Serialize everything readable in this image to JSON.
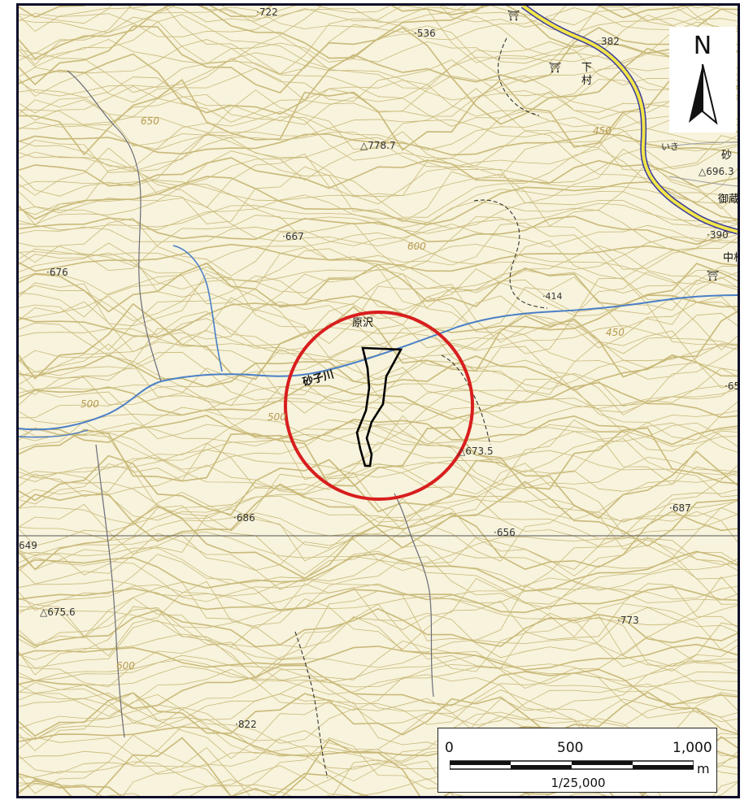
{
  "map": {
    "place_labels": {
      "harasawa": "原沢",
      "shimo": "下",
      "mura": "村",
      "suna": "砂",
      "mikura": "御蔵",
      "naka": "中村",
      "iki": "いき",
      "river_isago": "砂子川"
    },
    "elevations": {
      "e722": "·722",
      "e536": "·536",
      "e382": "382",
      "e7787": "△778.7",
      "e667": "·667",
      "e676": "·676",
      "e6963": "△696.3",
      "e390": "·390",
      "e414": "·414",
      "e6735": "△673.5",
      "e686": "·686",
      "e656": "·656",
      "e687": "·687",
      "e649": "649",
      "e6756": "△675.6",
      "e773": "·773",
      "e822": "·822",
      "e65": "·65"
    },
    "contour_labels": {
      "c650": "650",
      "c450a": "450",
      "c600a": "600",
      "c450b": "450",
      "c500a": "500",
      "c500b": "500",
      "c600b": "600"
    },
    "shrine_symbol": "⛩",
    "colors": {
      "background": "#f7f3dc",
      "contour": "#c9b979",
      "river": "#4a7fc6",
      "road_yellow": "#f2e64a",
      "road_casing": "#3a3a9a",
      "circle": "#d81e1e",
      "site_outline": "#000000",
      "frame": "#0c0c2a"
    }
  },
  "north": {
    "label": "N"
  },
  "scale": {
    "ticks": [
      "0",
      "500",
      "1,000"
    ],
    "unit": "m",
    "ratio": "1/25,000"
  }
}
